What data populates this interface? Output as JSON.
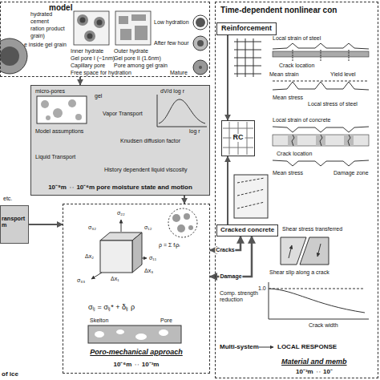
{
  "diagram": {
    "nodes": [
      {
        "text": [
          "model"
        ]
      },
      {
        "text": [
          "10⁻⁹m ⇔ 10⁻⁶m pore moisture state and motion"
        ]
      },
      {
        "text": [
          "ransport m"
        ]
      },
      {
        "text": [
          "Poro-mechanical approach",
          "10⁻⁶m ⇔ 10⁻³m"
        ]
      },
      {
        "text": [
          "Time-dependent nonlinear con",
          "Material and memb",
          "10⁻³m ⇔ 10⁻"
        ]
      },
      {
        "text": [
          "Reinforcement"
        ],
        "in": 4
      },
      {
        "text": [
          "RC"
        ],
        "in": 4
      },
      {
        "text": [
          "Cracked concrete"
        ],
        "in": 4
      }
    ],
    "edges": [
      {
        "from": 0,
        "to": 1,
        "arrow": "to"
      },
      {
        "from": 1,
        "to": 3,
        "arrow": "to"
      },
      {
        "from": 2,
        "to": 3,
        "arrow": "to"
      },
      {
        "from": 3,
        "to": 7,
        "label": "Cracks",
        "arrow": "both"
      },
      {
        "from": 3,
        "to": 7,
        "label": "Damage",
        "arrow": "both"
      },
      {
        "from": 5,
        "to": 6,
        "arrow": "to"
      },
      {
        "from": 7,
        "to": 6,
        "arrow": "to"
      }
    ],
    "labels": [
      "hydrated",
      "cement",
      "ration product",
      "grain)",
      "e inside gel grain",
      "Inner hydrate",
      "Outer hydrate",
      "Gel pore I (~1nm)",
      "Gel pore II (1.6nm)",
      "Capillary pore",
      "Pore among gel grain",
      "Free space for hydration",
      "Low hydration",
      "After few hour",
      "Mature",
      "micro-pores",
      "gel",
      "Model assumptions",
      "Vapor Transport",
      "Knudsen diffusion factor",
      "Liquid Transport",
      "History dependent liquid viscosity",
      "dV/d log r",
      "log r",
      "etc.",
      "of ice",
      "σ₂₂",
      "σ₃₂",
      "σ₁₂",
      "σ₁₁",
      "σ₃₃",
      "Δx₁",
      "Δx₂",
      "Δx₃",
      "ρ = Σ fᵢρᵢ",
      "σᵢⱼ = σᵢⱼ* + δᵢⱼ ρ",
      "Skelton",
      "Pore",
      "Local strain of steel",
      "Crack location",
      "Mean strain",
      "Yield level",
      "Mean stress",
      "Local stress of steel",
      "Local strain of concrete",
      "Crack location",
      "Mean stress",
      "Damage zone",
      "Shear stress transferred",
      "Shear slip along a crack",
      "Comp. strength reduction",
      "1.0",
      "Crack width",
      "Multi-system",
      "LOCAL RESPONSE"
    ]
  }
}
